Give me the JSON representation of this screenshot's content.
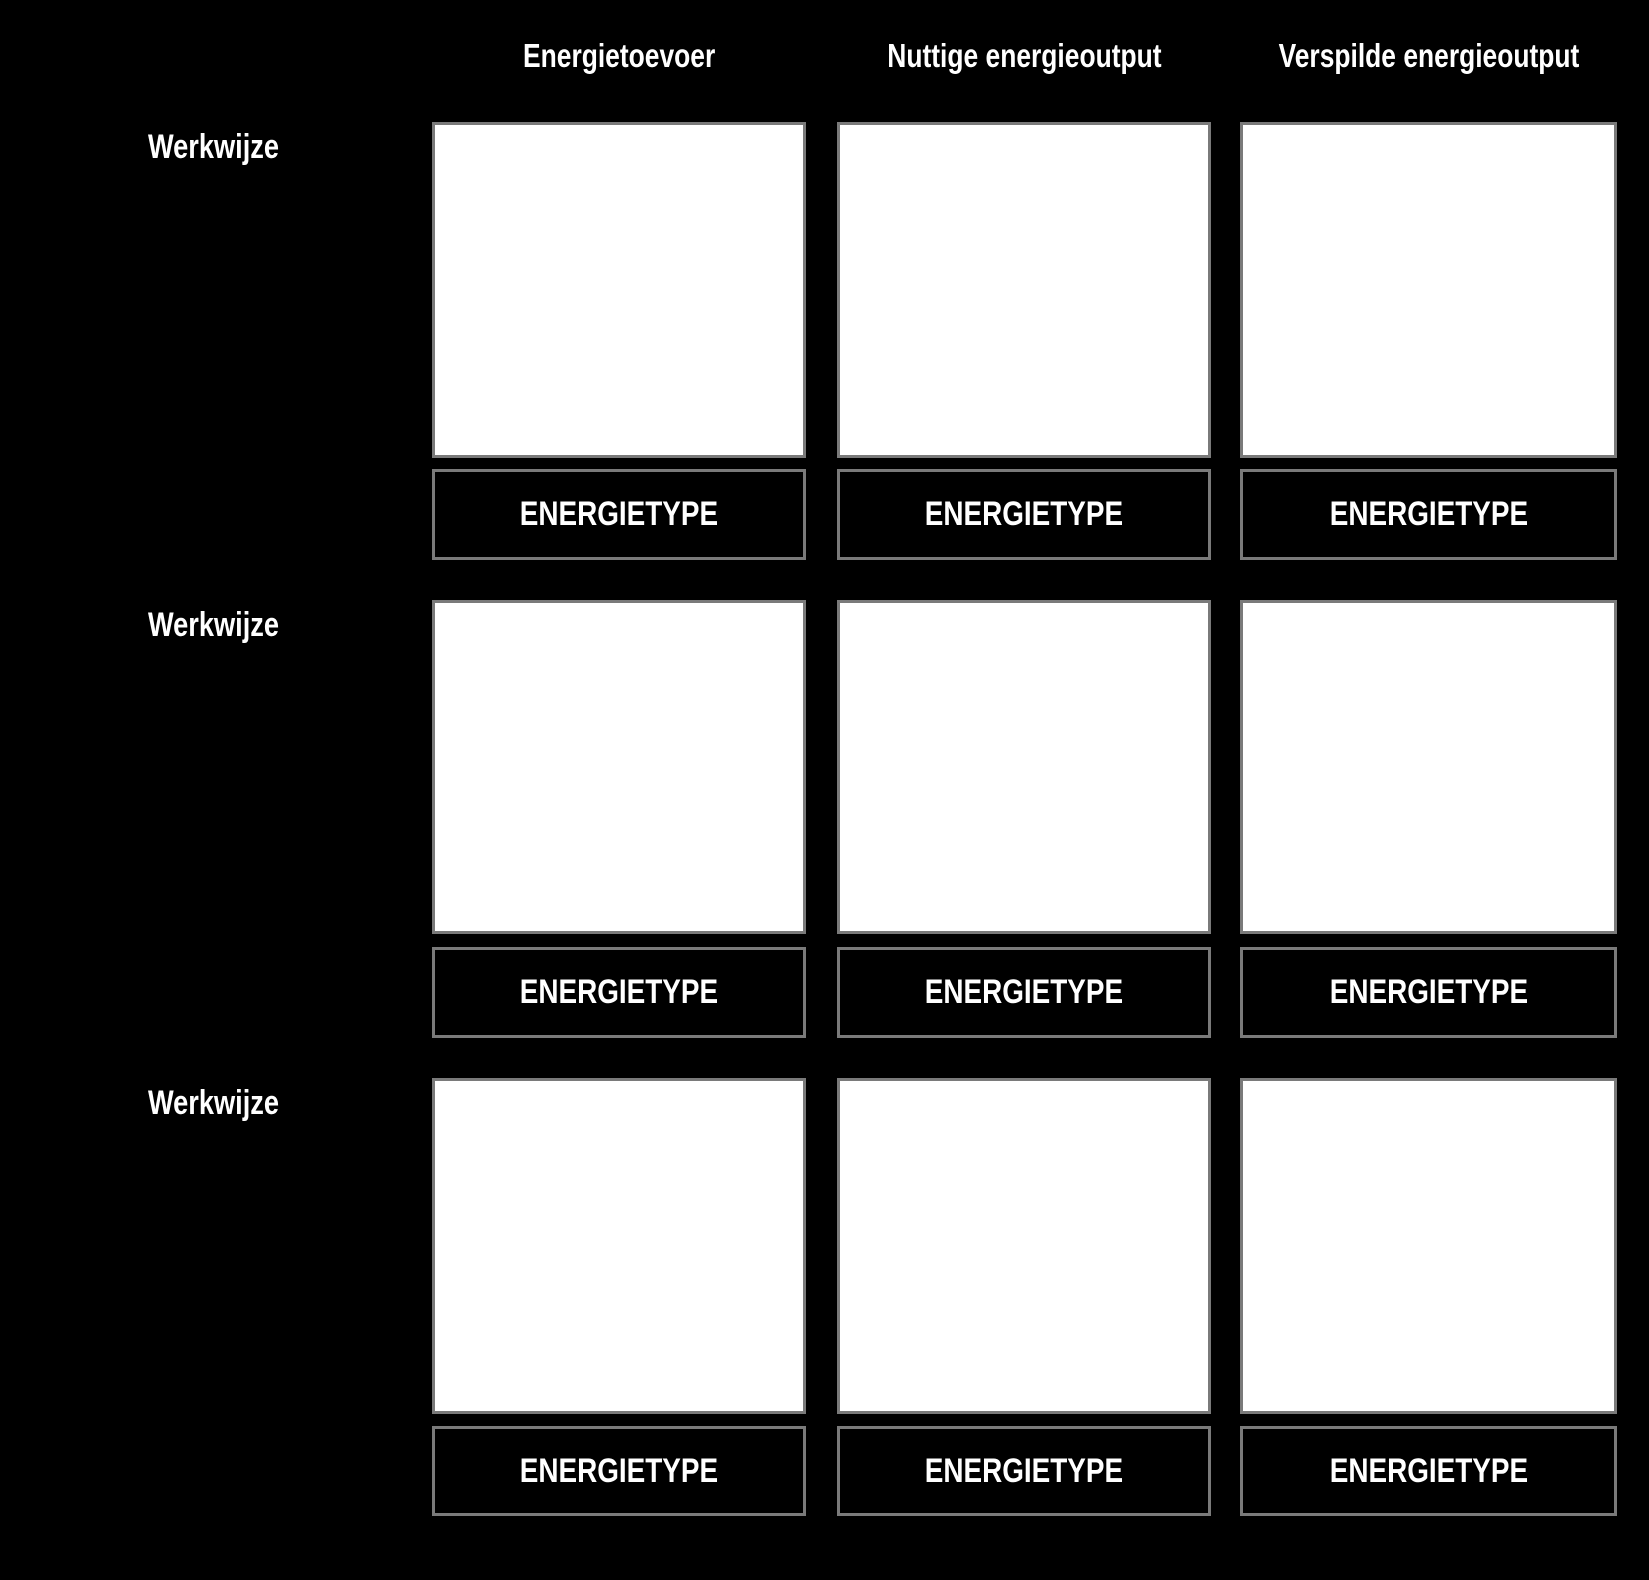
{
  "table": {
    "columns": [
      {
        "header": "Energietoevoer"
      },
      {
        "header": "Nuttige energieoutput"
      },
      {
        "header": "Verspilde energieoutput"
      }
    ],
    "rows": [
      {
        "label": "Werkwijze",
        "cells": [
          {
            "energy_type": "ENERGIETYPE"
          },
          {
            "energy_type": "ENERGIETYPE"
          },
          {
            "energy_type": "ENERGIETYPE"
          }
        ]
      },
      {
        "label": "Werkwijze",
        "cells": [
          {
            "energy_type": "ENERGIETYPE"
          },
          {
            "energy_type": "ENERGIETYPE"
          },
          {
            "energy_type": "ENERGIETYPE"
          }
        ]
      },
      {
        "label": "Werkwijze",
        "cells": [
          {
            "energy_type": "ENERGIETYPE"
          },
          {
            "energy_type": "ENERGIETYPE"
          },
          {
            "energy_type": "ENERGIETYPE"
          }
        ]
      }
    ]
  },
  "colors": {
    "background": "#000000",
    "cell_fill": "#ffffff",
    "border": "#7a7a7a",
    "text": "#ffffff"
  }
}
